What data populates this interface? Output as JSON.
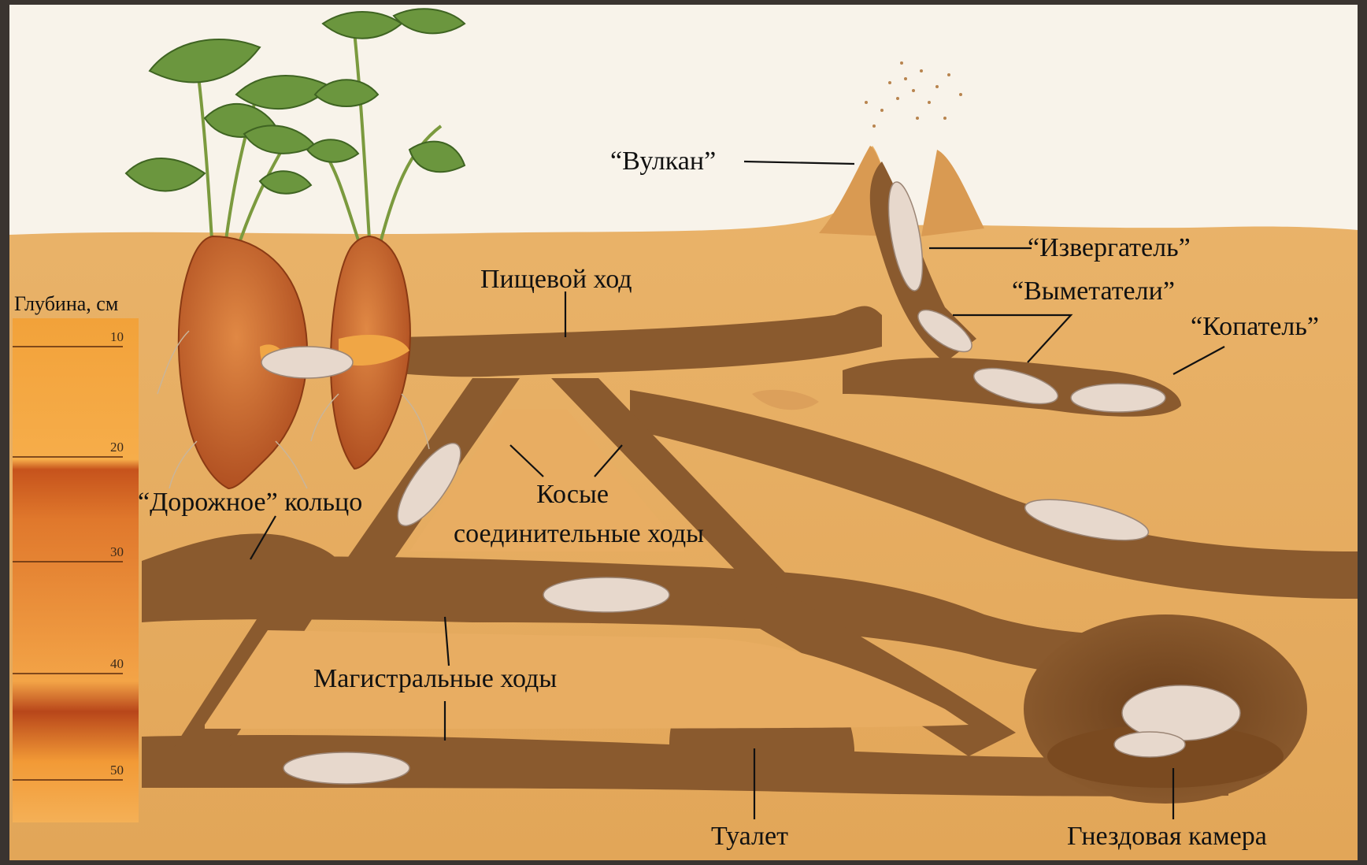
{
  "depth_scale": {
    "title": "Глубина, см",
    "ticks": [
      "10",
      "20",
      "30",
      "40",
      "50"
    ]
  },
  "labels": {
    "volcano": "“Вулкан”",
    "food_tunnel": "Пищевой ход",
    "erupter": "“Извергатель”",
    "sweepers": "“Выметатели”",
    "digger": "“Копатель”",
    "road_ring": "“Дорожное” кольцо",
    "oblique_line1": "Косые",
    "oblique_line2": "соединительные ходы",
    "main_tunnels": "Магистральные ходы",
    "toilet": "Туалет",
    "nest_chamber": "Гнездовая камера"
  },
  "colors": {
    "soil": "#e6ae63",
    "soil_light": "#eec07a",
    "tunnel": "#8a5a2e",
    "sky": "#f8f3ea",
    "tuber": "#c8622a",
    "leaf": "#5f8a3a",
    "rodent": "#e7d8cc"
  },
  "icons": [
    "sweet-potato-icon",
    "plant-leaf-icon",
    "naked-mole-rat-icon",
    "soil-spray-icon"
  ]
}
